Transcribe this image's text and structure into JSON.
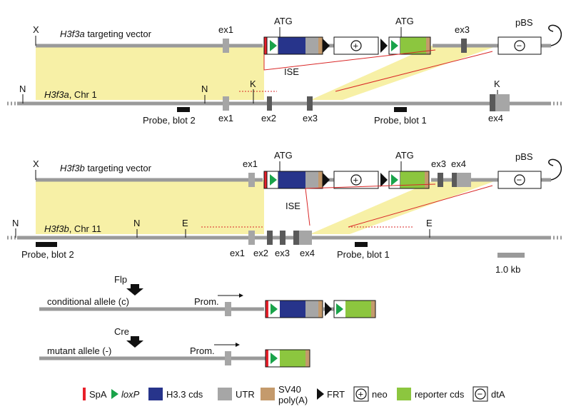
{
  "colors": {
    "backbone": "#9a9a9a",
    "homology": "#f7f0a6",
    "spa": "#e8202a",
    "loxp": "#1aa34a",
    "h33cds": "#27348b",
    "utr": "#a6a6a6",
    "polya": "#c49a6c",
    "frt": "#111111",
    "reporter": "#8cc63f",
    "exon": "#5a5a5a",
    "ise_line": "#d92626"
  },
  "panel_a": {
    "vector_label_gene": "H3f3a",
    "vector_label_rest": " targeting vector",
    "genomic_label_gene": "H3f3a",
    "genomic_label_rest": ", Chr 1",
    "site_x": "X",
    "site_n": "N",
    "site_n2": "N",
    "site_k": "K",
    "site_k2": "K",
    "atg1": "ATG",
    "atg2": "ATG",
    "pbs": "pBS",
    "vec_ex1": "ex1",
    "vec_ex3": "ex3",
    "ise": "ISE",
    "probe2": "Probe, blot 2",
    "probe1": "Probe, blot 1",
    "gen_ex1": "ex1",
    "gen_ex2": "ex2",
    "gen_ex3": "ex3",
    "gen_ex4": "ex4"
  },
  "panel_b": {
    "vector_label_gene": "H3f3b",
    "vector_label_rest": " targeting vector",
    "genomic_label_gene": "H3f3b",
    "genomic_label_rest": ", Chr 11",
    "site_x": "X",
    "site_n": "N",
    "site_n2": "N",
    "site_e": "E",
    "site_e2": "E",
    "atg1": "ATG",
    "atg2": "ATG",
    "pbs": "pBS",
    "vec_ex1": "ex1",
    "vec_ex3": "ex3",
    "vec_ex4": "ex4",
    "ise": "ISE",
    "probe2": "Probe, blot 2",
    "probe1": "Probe, blot 1",
    "gen_ex1": "ex1",
    "gen_ex2": "ex2",
    "gen_ex3": "ex3",
    "gen_ex4": "ex4",
    "scale": "1.0 kb"
  },
  "alleles": {
    "flp": "Flp",
    "cre": "Cre",
    "conditional": "conditional allele (c)",
    "mutant": "mutant allele (-)",
    "prom1": "Prom.",
    "prom2": "Prom."
  },
  "symbols": {
    "plus": "+",
    "minus": "−"
  },
  "legend": {
    "spa": "SpA",
    "loxp": "loxP",
    "h33": "H3.3 cds",
    "utr": "UTR",
    "sv40_1": "SV40",
    "sv40_2": "poly(A)",
    "frt": "FRT",
    "neo": "neo",
    "reporter": "reporter cds",
    "dta": "dtA"
  }
}
